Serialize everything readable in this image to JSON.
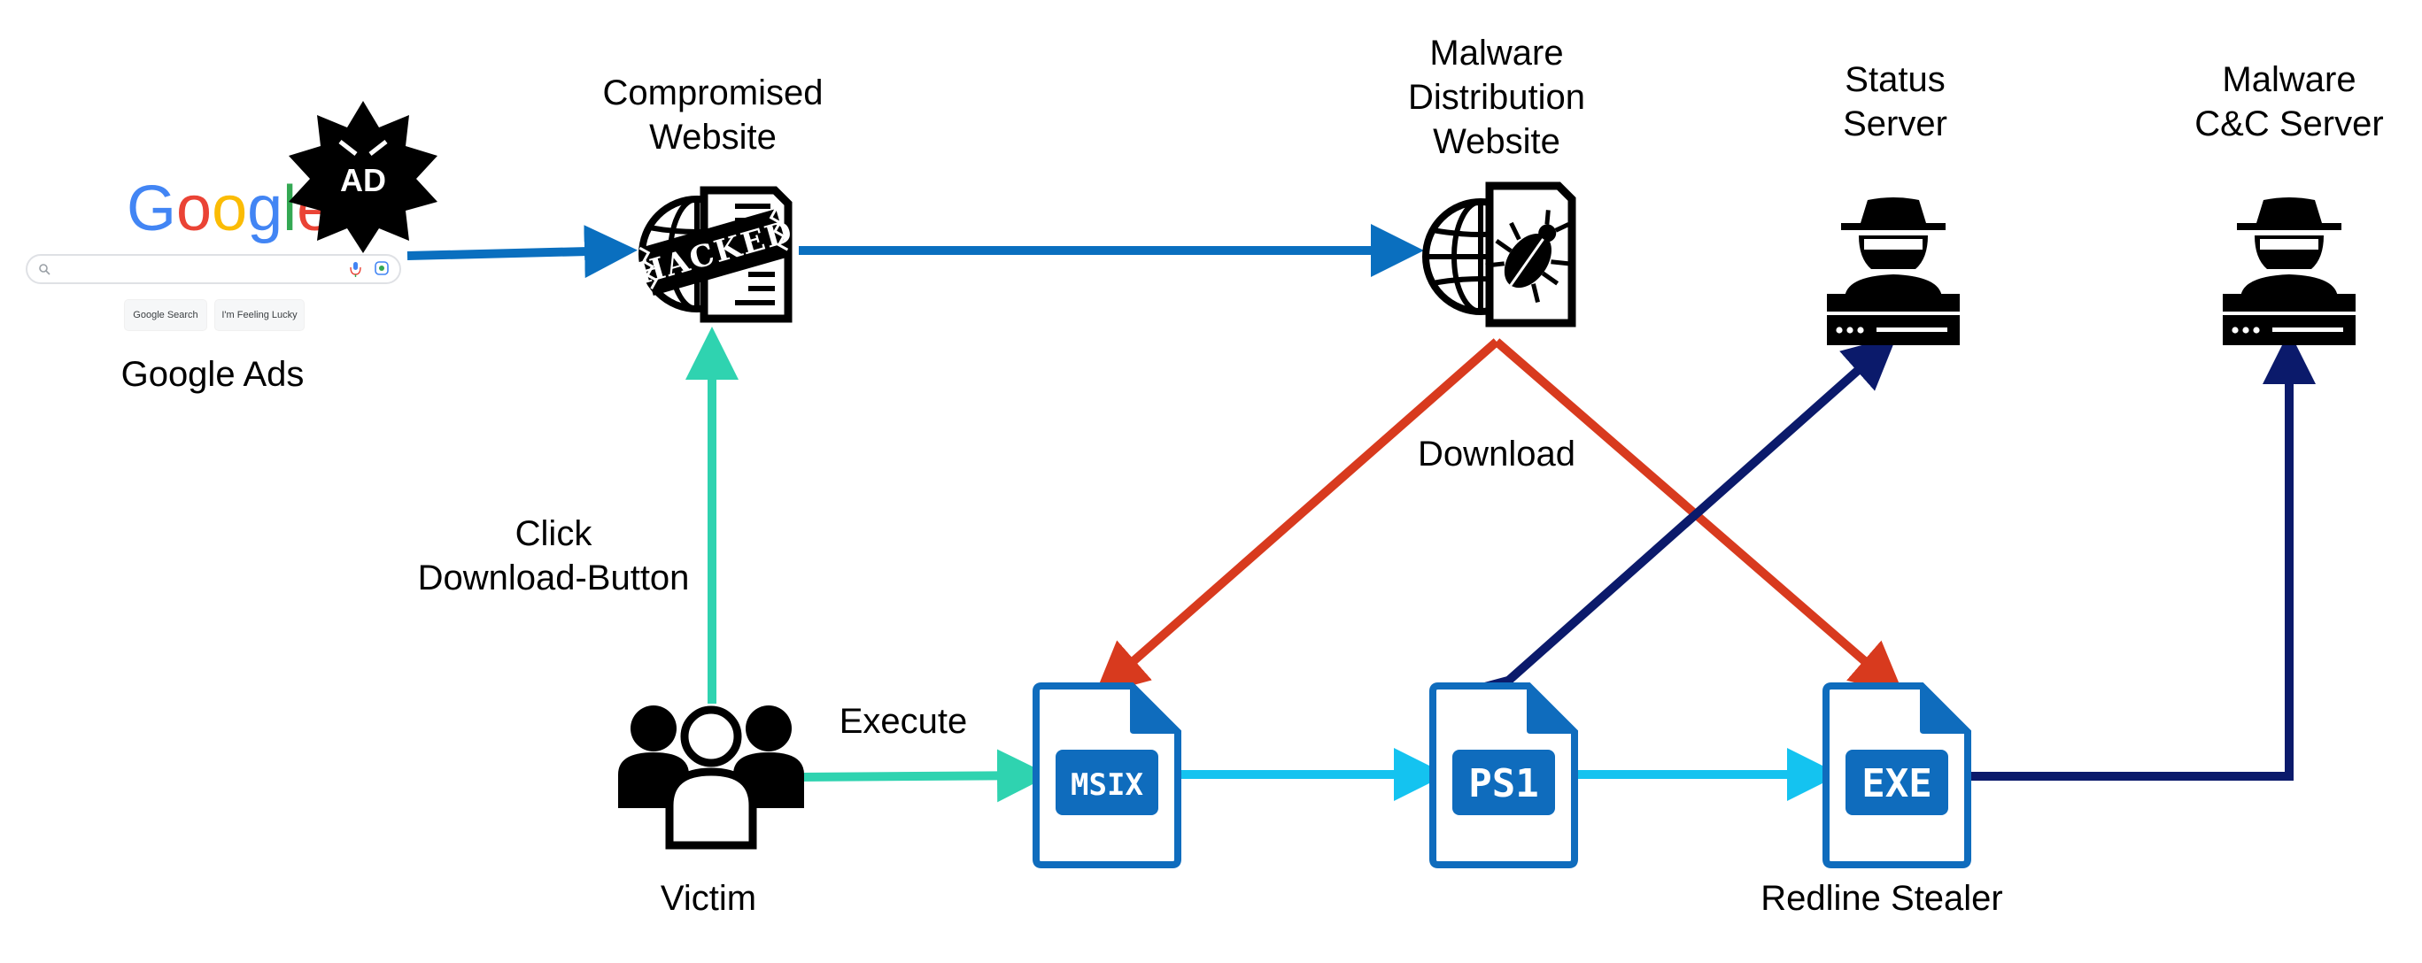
{
  "nodes": {
    "google_ads": {
      "label": "Google Ads",
      "logo_text": "Google",
      "badge": "AD",
      "search_button": "Google Search",
      "lucky_button": "I'm Feeling Lucky"
    },
    "compromised_website": {
      "label_line1": "Compromised",
      "label_line2": "Website",
      "stamp": "HACKED"
    },
    "distribution_website": {
      "label_line1": "Malware",
      "label_line2": "Distribution",
      "label_line3": "Website"
    },
    "status_server": {
      "label_line1": "Status",
      "label_line2": "Server"
    },
    "cc_server": {
      "label_line1": "Malware",
      "label_line2": "C&C Server"
    },
    "victim": {
      "label": "Victim"
    },
    "msix": {
      "ext": "MSIX"
    },
    "ps1": {
      "ext": "PS1"
    },
    "exe": {
      "ext": "EXE",
      "label": "Redline Stealer"
    }
  },
  "edges": {
    "click": {
      "line1": "Click",
      "line2": "Download-Button"
    },
    "execute": {
      "label": "Execute"
    },
    "download": {
      "label": "Download"
    }
  },
  "colors": {
    "blue": "#0a6fbf",
    "teal": "#2fd3b0",
    "cyan": "#14c3f0",
    "red": "#d83a1e",
    "navy": "#0b1a6b",
    "file_blue": "#0f6cbd"
  },
  "icons": {
    "google_ads": "google-search-with-ad-badge-icon",
    "compromised_website": "hacked-globe-page-icon",
    "distribution_website": "malware-globe-page-icon",
    "status_server": "hacker-server-icon",
    "cc_server": "hacker-server-icon",
    "victim": "users-group-icon",
    "files": "document-icon"
  }
}
